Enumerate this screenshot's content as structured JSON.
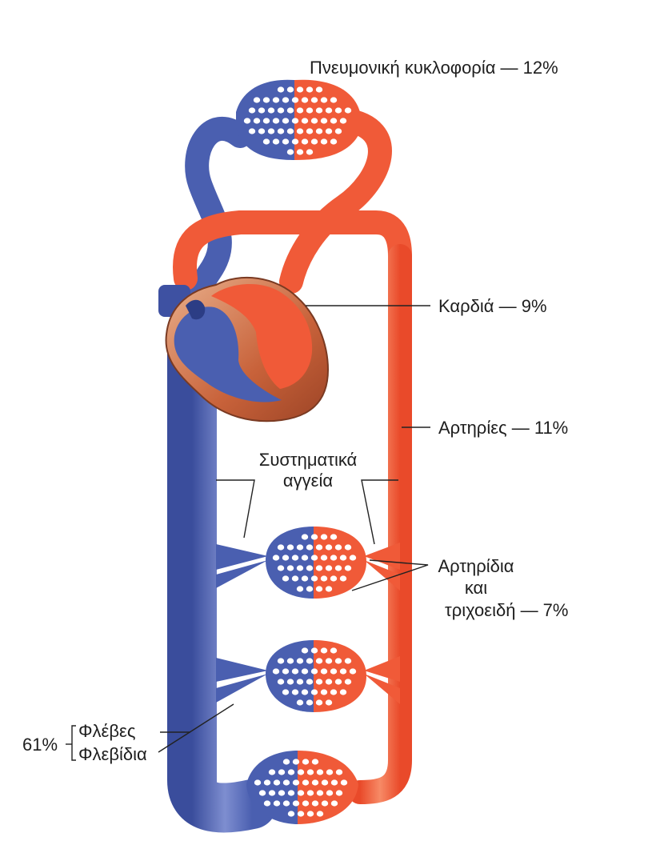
{
  "labels": {
    "pulmonary": "Πνευμονική κυκλοφορία — 12%",
    "heart": "Καρδιά — 9%",
    "arteries": "Αρτηρίες — 11%",
    "systemic_line1": "Συστηματικά",
    "systemic_line2": "αγγεία",
    "arterioles_line1": "Αρτηρίδια",
    "arterioles_line2": "και",
    "arterioles_line3": "τριχοειδή — 7%",
    "veins_percent": "61%",
    "veins": "Φλέβες",
    "venules": "Φλεβίδια"
  },
  "colors": {
    "venous_blue": "#4a5fb0",
    "venous_dark": "#2c3d85",
    "arterial_red": "#f05a38",
    "arterial_light": "#f7845f",
    "heart_brown": "#c8623a",
    "heart_light": "#e9b08c"
  }
}
